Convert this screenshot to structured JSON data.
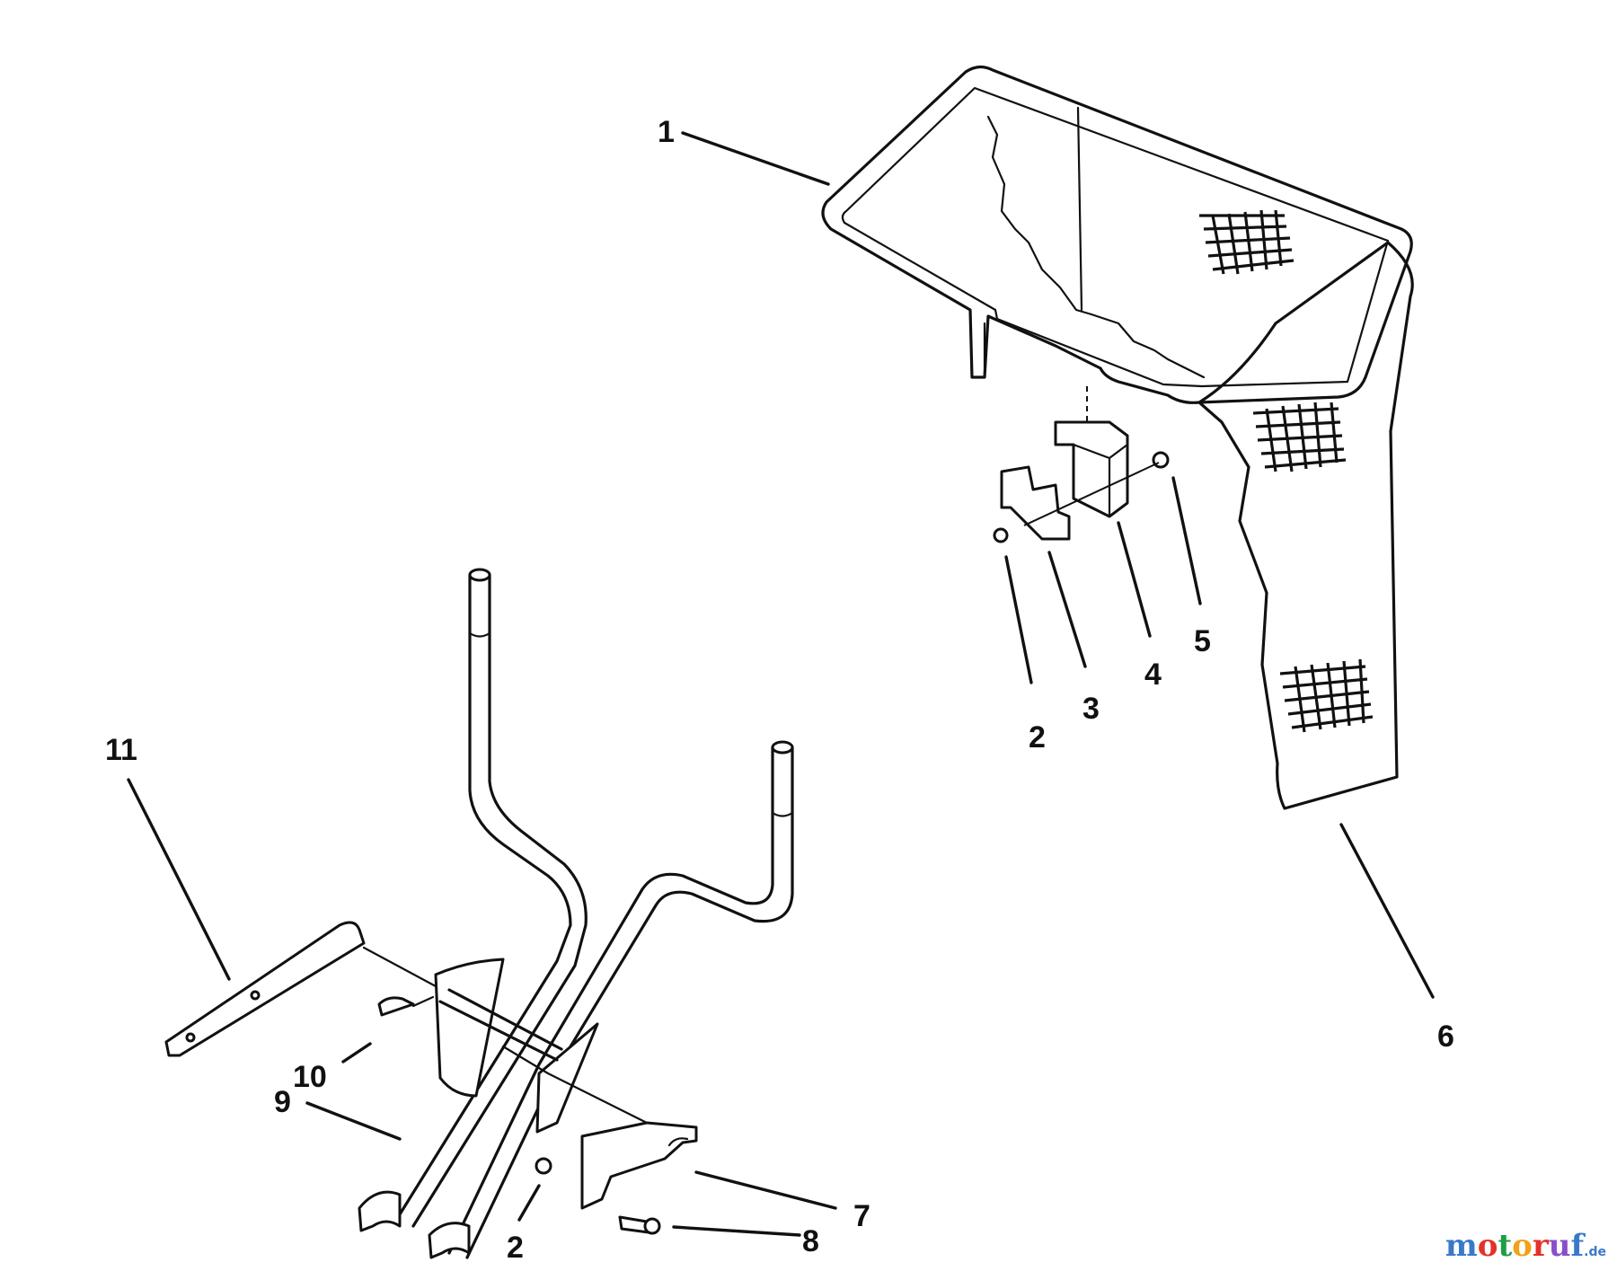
{
  "callouts": {
    "c1": "1",
    "c2a": "2",
    "c3": "3",
    "c4": "4",
    "c5": "5",
    "c6": "6",
    "c7": "7",
    "c8": "8",
    "c9": "9",
    "c10": "10",
    "c11": "11",
    "c2b": "2"
  },
  "watermark": {
    "brand_parts": [
      "m",
      "o",
      "t",
      "o",
      "r",
      "u",
      "f"
    ],
    "tld": ".de"
  }
}
